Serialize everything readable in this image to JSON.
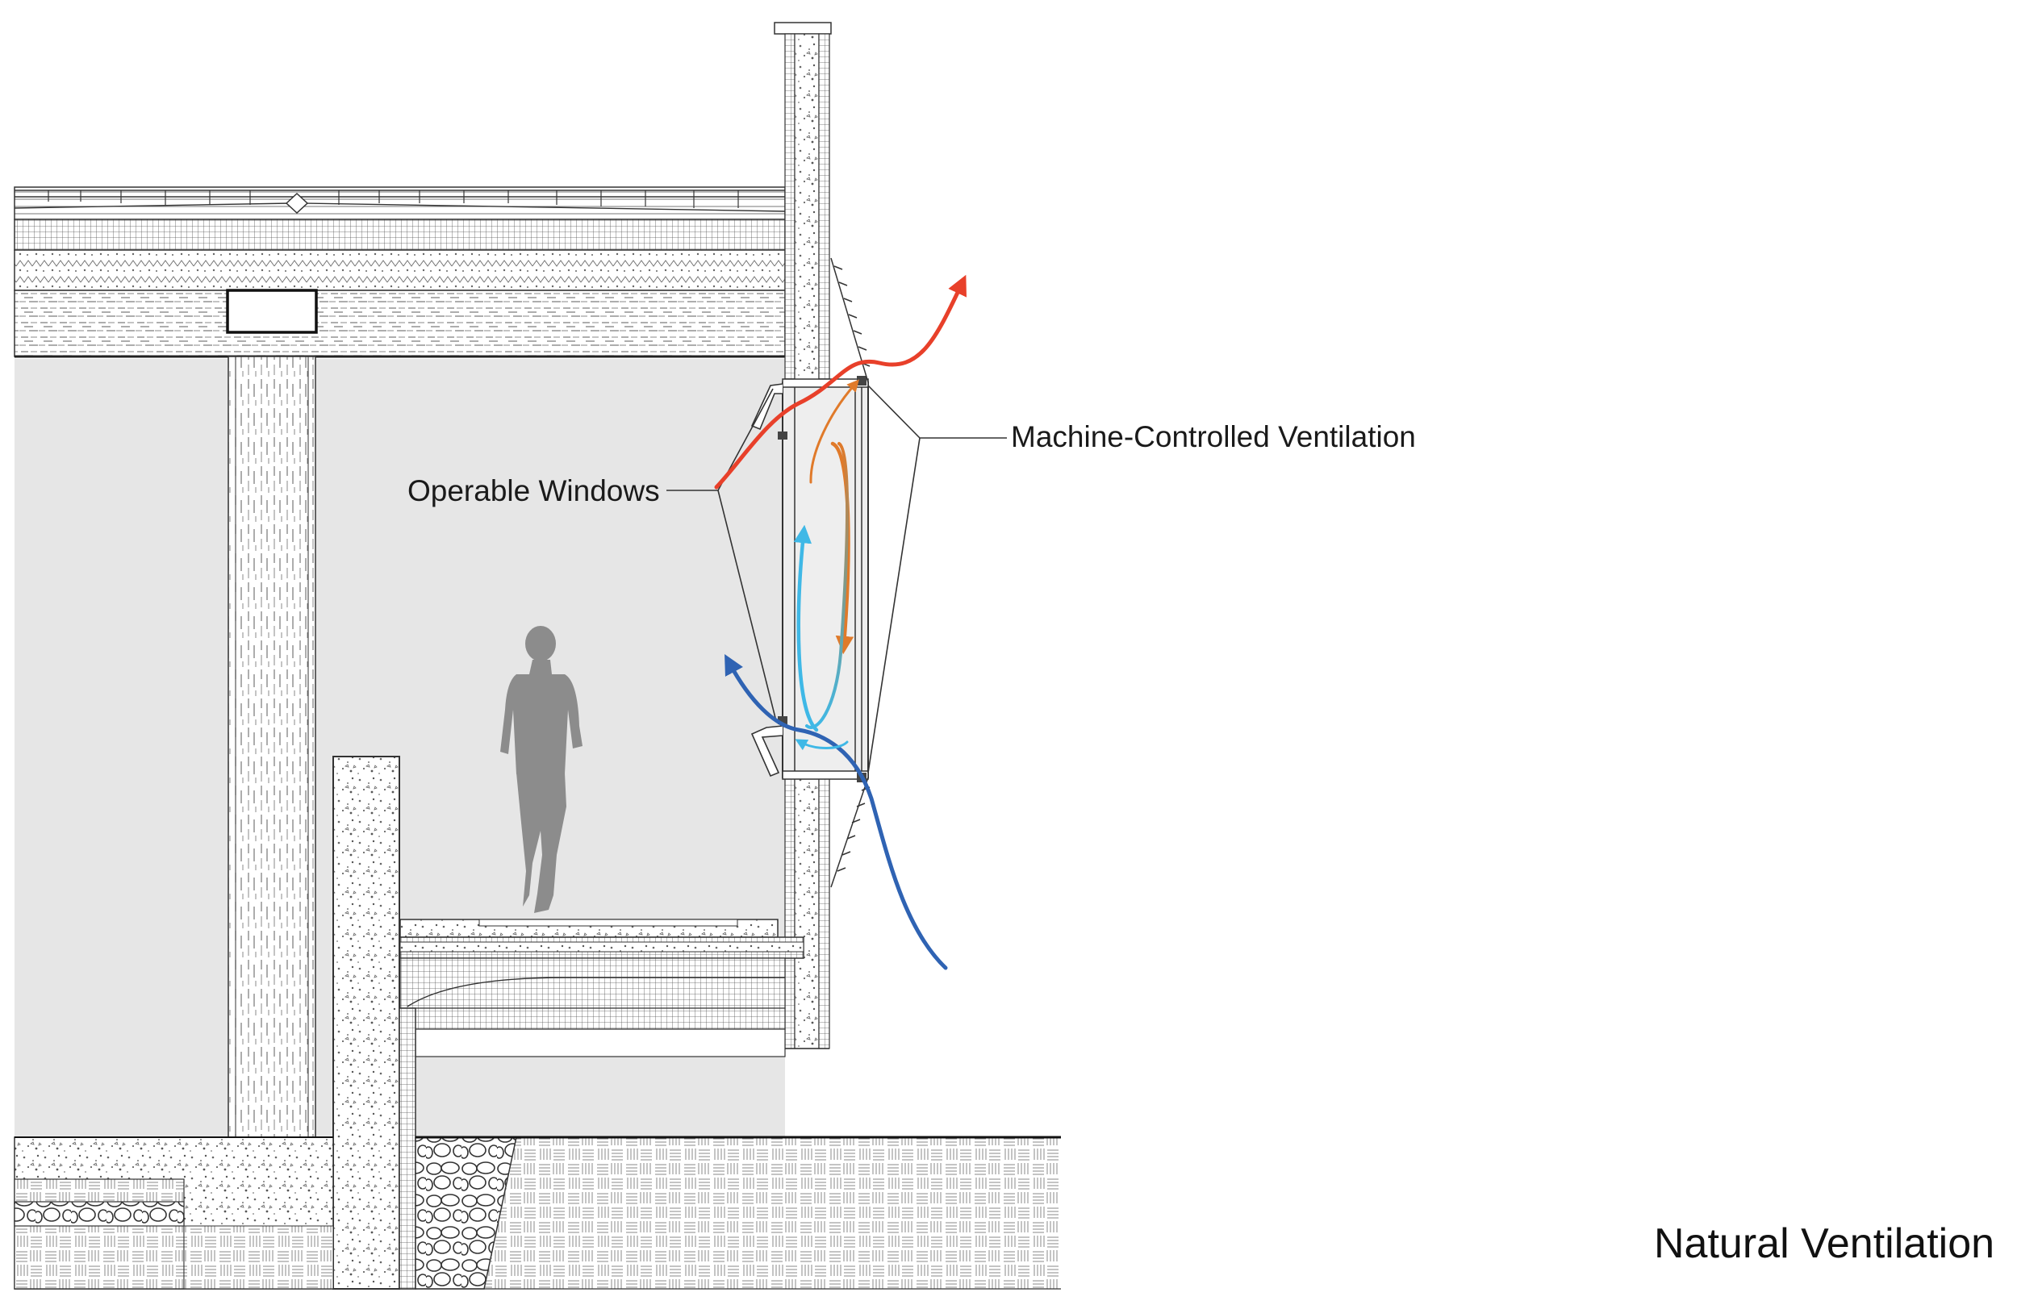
{
  "labels": {
    "operable_windows": "Operable Windows",
    "machine_ventilation": "Machine-Controlled Ventilation"
  },
  "caption": "Natural Ventilation",
  "colors": {
    "warm_air": "#e8402a",
    "warm_circulation": "#e07a2a",
    "cool_air": "#2f63b3",
    "cool_circulation": "#3fb8e6",
    "room_fill": "#e6e6e6",
    "person": "#8c8c8c",
    "linework": "#333333"
  }
}
